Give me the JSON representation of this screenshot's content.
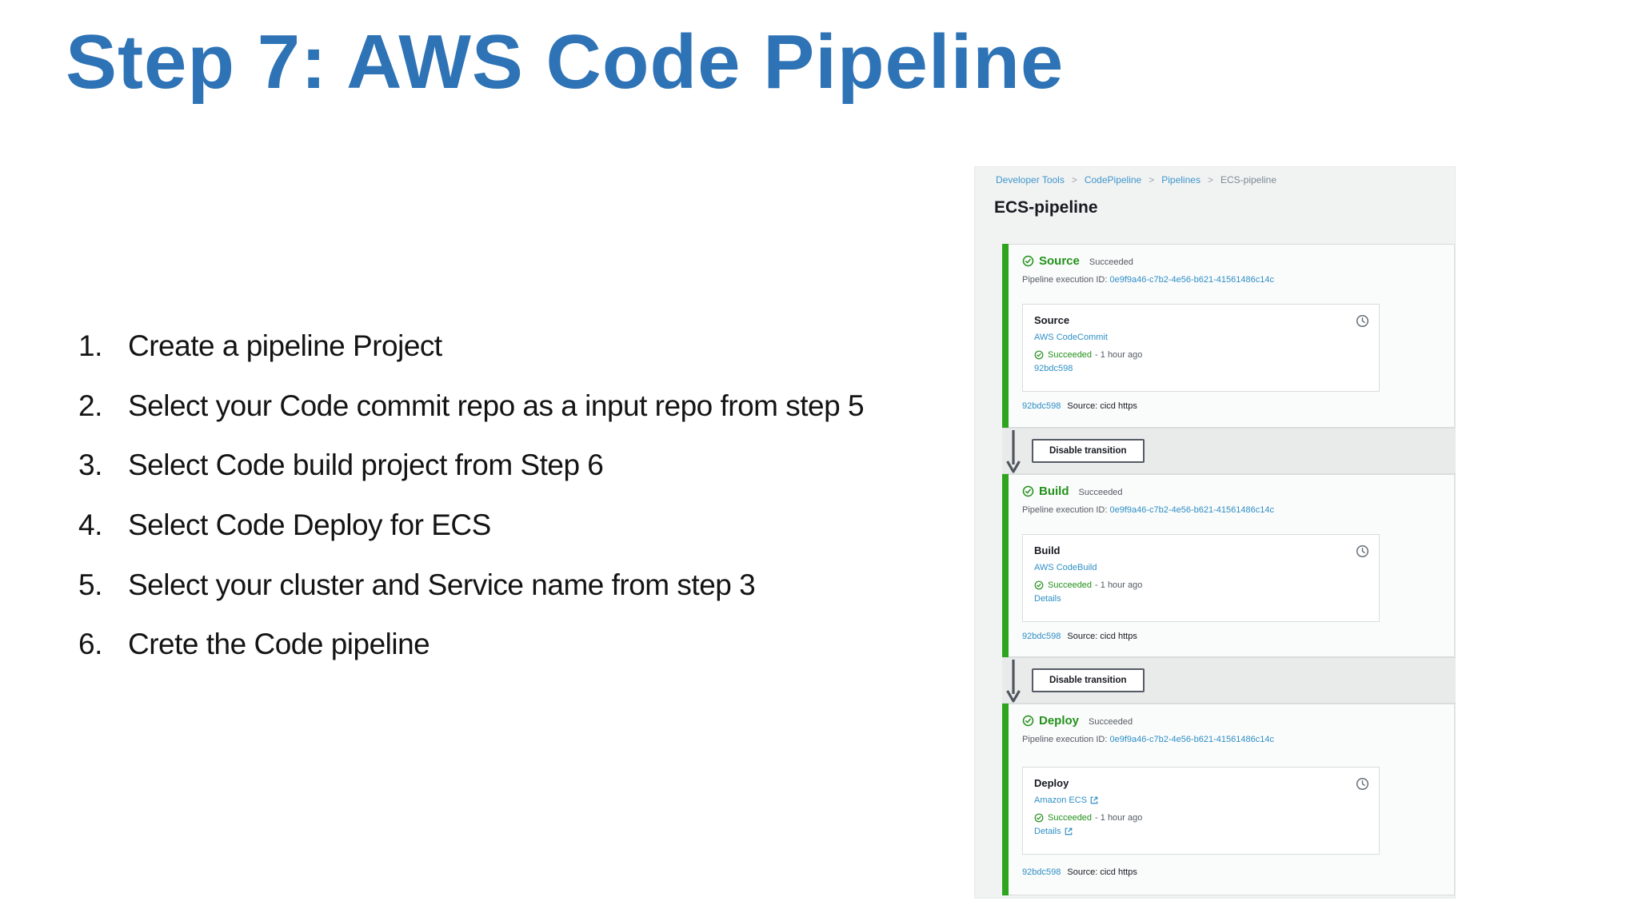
{
  "slide": {
    "title": "Step 7: AWS Code Pipeline",
    "steps": [
      {
        "num": "1.",
        "text": "Create a pipeline Project"
      },
      {
        "num": "2.",
        "text": "Select your Code commit repo as a input repo from step 5"
      },
      {
        "num": "3.",
        "text": "Select Code build project from Step 6"
      },
      {
        "num": "4.",
        "text": "Select Code Deploy for ECS"
      },
      {
        "num": "5.",
        "text": "Select your cluster and Service name from step 3"
      },
      {
        "num": "6.",
        "text": "Crete the Code pipeline"
      }
    ]
  },
  "console": {
    "breadcrumb": [
      "Developer Tools",
      "CodePipeline",
      "Pipelines",
      "ECS-pipeline"
    ],
    "breadcrumb_sep": ">",
    "page_title": "ECS-pipeline",
    "execution_id_label": "Pipeline execution ID:",
    "execution_id": "0e9f9a46-c7b2-4e56-b621-41561486c14c",
    "transition_label": "Disable transition",
    "revision_commit": "92bdc598",
    "revision_description": "Source: cicd https",
    "stages": [
      {
        "name": "Source",
        "status": "Succeeded",
        "action": {
          "title": "Source",
          "provider": "AWS CodeCommit",
          "status": "Succeeded",
          "time": "- 1 hour ago",
          "link": "92bdc598"
        }
      },
      {
        "name": "Build",
        "status": "Succeeded",
        "action": {
          "title": "Build",
          "provider": "AWS CodeBuild",
          "status": "Succeeded",
          "time": "- 1 hour ago",
          "link": "Details"
        }
      },
      {
        "name": "Deploy",
        "status": "Succeeded",
        "action": {
          "title": "Deploy",
          "provider": "Amazon ECS",
          "status": "Succeeded",
          "time": "- 1 hour ago",
          "link": "Details"
        }
      }
    ]
  },
  "colors": {
    "title_blue": "#2e73b5",
    "link_blue": "#2e8fc6",
    "success_green": "#23911b",
    "stage_bar_green": "#2ca41e",
    "console_bg": "#f1f2f2",
    "transition_bg": "#e9ebeb"
  }
}
